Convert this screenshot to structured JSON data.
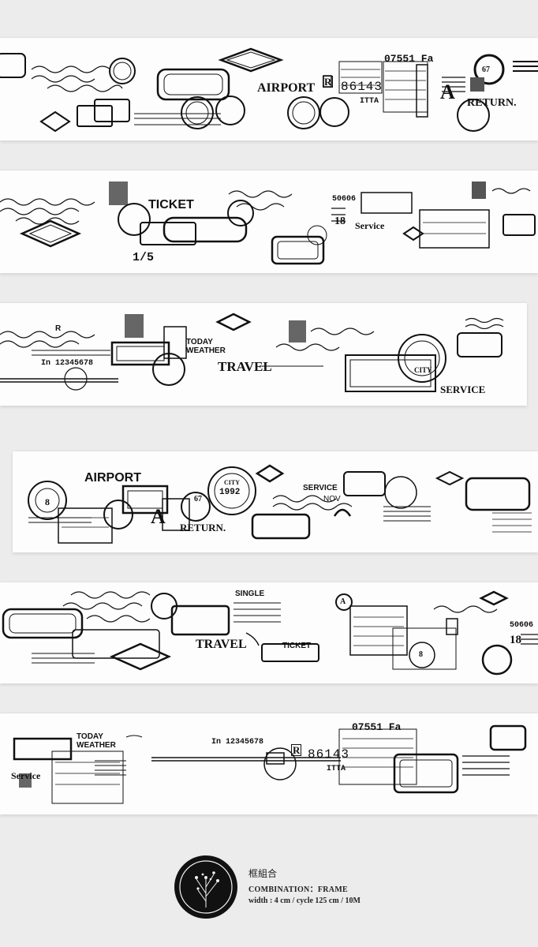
{
  "strips": [
    {
      "labels": {
        "airport": "AIRPORT",
        "return": "RETURN.",
        "a": "A",
        "code": "07551 Fa",
        "num": "86143",
        "r": "R",
        "sixty_seven": "67",
        "ttpa": "ITTA"
      }
    },
    {
      "labels": {
        "ticket": "TICKET",
        "service": "Service",
        "eighteen": "18",
        "code": "50606",
        "fraction": "1/5"
      }
    },
    {
      "labels": {
        "today": "TODAY",
        "weather": "WEATHER",
        "travel": "TRAVEL",
        "service": "SERVICE",
        "city": "CITY",
        "r": "R",
        "numbers": "In 12345678"
      }
    },
    {
      "labels": {
        "airport": "AIRPORT",
        "a": "A",
        "return": "RETURN.",
        "service": "SERVICE",
        "nov": "NOV",
        "city": "CITY",
        "year": "1992",
        "eight": "8",
        "sixty_seven": "67"
      }
    },
    {
      "labels": {
        "single": "SINGLE",
        "travel": "TRAVEL",
        "ticket": "TICKET",
        "a": "A",
        "code": "50606",
        "eighteen": "18",
        "eight": "8"
      }
    },
    {
      "labels": {
        "today": "TODAY",
        "weather": "WEATHER",
        "service": "Service",
        "code": "07551 Fa",
        "num": "86143",
        "numbers": "In 12345678",
        "r": "R",
        "ttpa": "ITTA"
      }
    }
  ],
  "footer": {
    "title": "框組合",
    "combination": "COMBINATION：FRAME",
    "spec": "width : 4 cm / cycle 125 cm / 10M"
  },
  "colors": {
    "ink": "#111111",
    "tape": "#fdfdfd",
    "background": "#ececec"
  }
}
